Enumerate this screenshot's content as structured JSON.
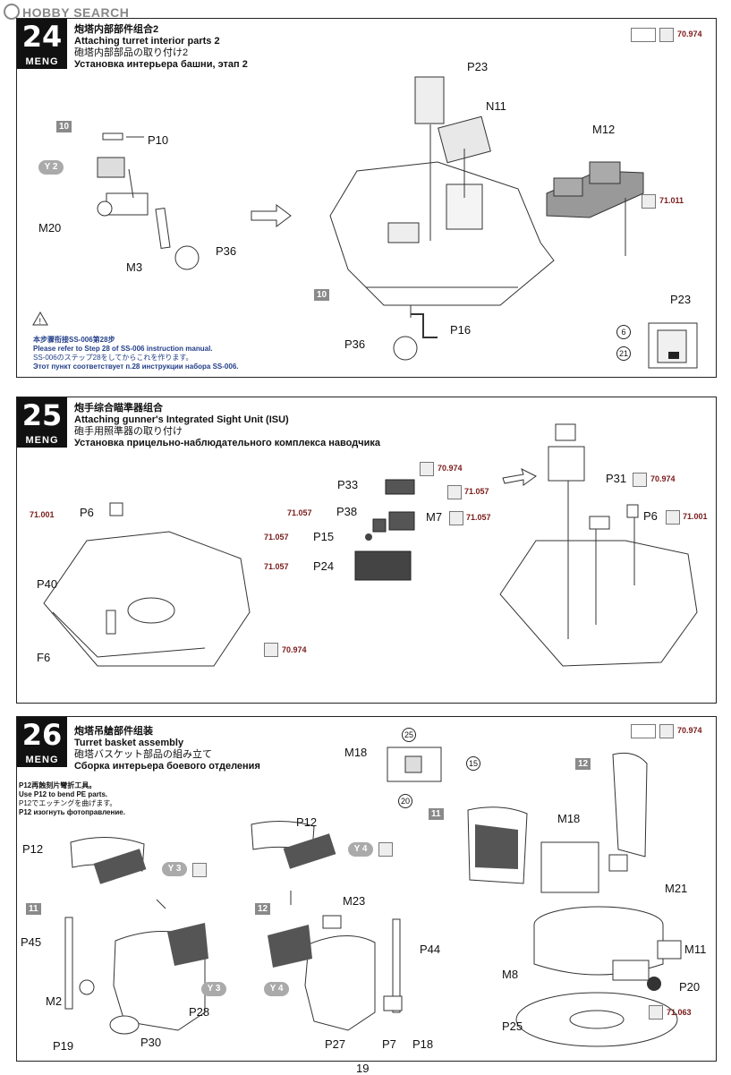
{
  "watermark": {
    "text": "HOBBY SEARCH"
  },
  "steps": [
    {
      "number": "24",
      "brand": "MENG",
      "title_cn": "炮塔内部部件组合2",
      "title_en": "Attaching turret interior parts 2",
      "title_jp": "砲塔内部部品の取り付け2",
      "title_ru": "Установка интерьера башни, этап 2",
      "header_paint": "70.974",
      "labels": [
        "P23",
        "N11",
        "M12",
        "P10",
        "M20",
        "M3",
        "P36",
        "P16",
        "P36",
        "P23",
        "71.011"
      ],
      "tags": [
        "10",
        "10"
      ],
      "y_markers": [
        "Y 2"
      ],
      "circles": [
        "6",
        "21"
      ],
      "note_cn": "本步骤衔接SS-006第28步",
      "note_en": "Please refer to Step 28 of SS-006 instruction manual.",
      "note_jp": "SS-006のステップ28をしてからこれを作ります。",
      "note_ru": "Этот пункт соответствует п.28 инструкции набора SS-006."
    },
    {
      "number": "25",
      "brand": "MENG",
      "title_cn": "炮手综合瞄準器组合",
      "title_en": "Attaching gunner's Integrated Sight Unit (ISU)",
      "title_jp": "砲手用照準器の取り付け",
      "title_ru": "Установка прицельно-наблюдательного комплекса наводчика",
      "labels": [
        "P6",
        "P40",
        "F6",
        "P33",
        "P38",
        "P15",
        "P24",
        "M7",
        "P31",
        "P6"
      ],
      "paints": [
        "71.001",
        "70.974",
        "70.974",
        "71.057",
        "71.057",
        "71.057",
        "71.057",
        "71.057",
        "70.974",
        "71.001"
      ]
    },
    {
      "number": "26",
      "brand": "MENG",
      "title_cn": "炮塔吊艙部件组装",
      "title_en": "Turret basket assembly",
      "title_jp": "砲塔バスケット部品の組み立て",
      "title_ru": "Сборка интерьера боевого отделения",
      "header_paint": "70.974",
      "bend_cn": "P12再蝕刻片彎折工具。",
      "bend_en": "Use P12 to bend PE parts.",
      "bend_jp": "P12でエッチングを曲げます。",
      "bend_ru": "P12 изогнуть фотоправление.",
      "labels": [
        "M18",
        "P12",
        "P12",
        "M23",
        "P45",
        "M2",
        "P19",
        "P30",
        "P28",
        "P44",
        "P27",
        "P7",
        "P18",
        "M18",
        "M21",
        "M11",
        "M8",
        "P20",
        "P25"
      ],
      "tags": [
        "11",
        "12",
        "12",
        "11"
      ],
      "y_markers": [
        "Y 3",
        "Y 4",
        "Y 3",
        "Y 4"
      ],
      "circles": [
        "25",
        "15",
        "20"
      ],
      "paint_m11": "71.063"
    }
  ],
  "page_number": "19"
}
